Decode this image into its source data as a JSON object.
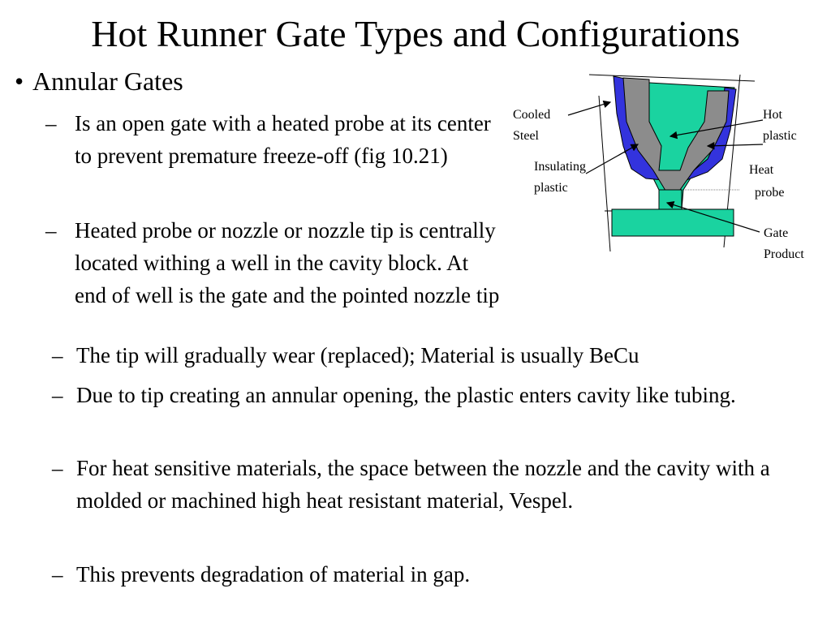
{
  "slide": {
    "title": "Hot Runner Gate Types and Configurations",
    "main_bullet": "Annular Gates",
    "bullet_marker": "•",
    "dash_marker": "–",
    "sub_items": [
      "Is an open gate with a heated probe at its center to prevent premature freeze-off (fig 10.21)",
      "Heated probe or nozzle or nozzle tip is centrally located withing a well in the cavity block. At end of well is the gate and the pointed nozzle tip",
      "The tip will gradually wear (replaced); Material is usually BeCu",
      "Due to tip creating an annular opening, the plastic enters cavity like tubing.",
      "For heat sensitive materials, the space between the nozzle and the cavity with a molded or machined high heat resistant material, Vespel.",
      "This prevents degradation of material in gap."
    ]
  },
  "diagram": {
    "labels": {
      "cooled_steel_1": "Cooled",
      "cooled_steel_2": "Steel",
      "insulating_plastic_1": "Insulating",
      "insulating_plastic_2": "plastic",
      "hot_plastic_1": "Hot",
      "hot_plastic_2": "plastic",
      "heat_probe_1": "Heat",
      "heat_probe_2": "probe",
      "gate": "Gate",
      "product": "Product"
    },
    "colors": {
      "hot_plastic": "#1ad3a0",
      "insulating_plastic": "#3333dd",
      "heat_probe": "#8c8c8c",
      "outline": "#000000"
    }
  }
}
